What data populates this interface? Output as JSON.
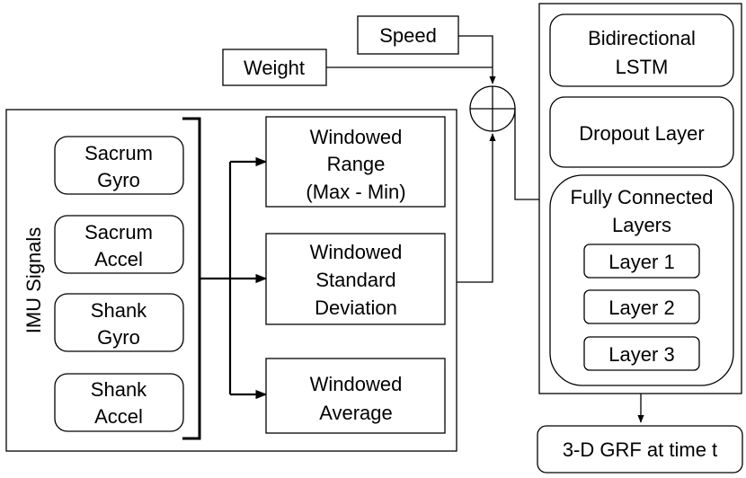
{
  "inputs": {
    "speed": "Speed",
    "weight": "Weight"
  },
  "imu": {
    "group_label": "IMU Signals",
    "signals": [
      [
        "Sacrum",
        "Gyro"
      ],
      [
        "Sacrum",
        "Accel"
      ],
      [
        "Shank",
        "Gyro"
      ],
      [
        "Shank",
        "Accel"
      ]
    ]
  },
  "features": [
    [
      "Windowed",
      "Range",
      "(Max - Min)"
    ],
    [
      "Windowed",
      "Standard",
      "Deviation"
    ],
    [
      "Windowed",
      "Average"
    ]
  ],
  "network": {
    "bilstm": [
      "Bidirectional",
      "LSTM"
    ],
    "dropout": "Dropout Layer",
    "fc_title": [
      "Fully Connected",
      "Layers"
    ],
    "fc_layers": [
      "Layer 1",
      "Layer 2",
      "Layer 3"
    ]
  },
  "output": "3-D GRF at time t"
}
